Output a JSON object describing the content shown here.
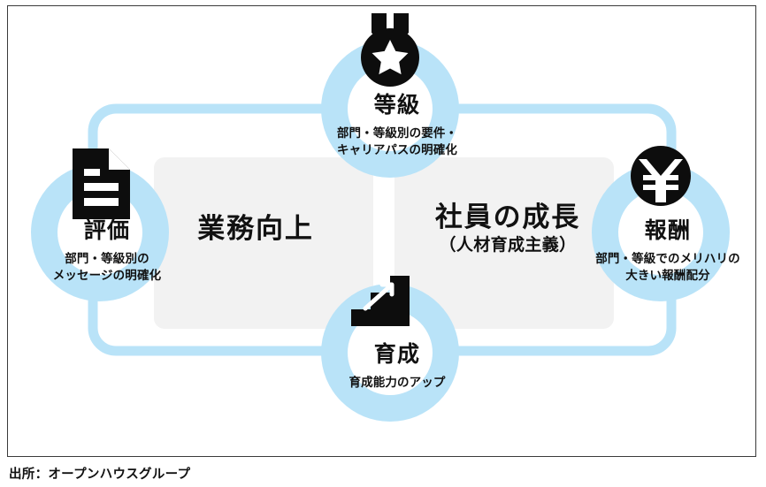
{
  "figure": {
    "center_panels": {
      "left": {
        "label": "業務向上"
      },
      "right": {
        "label": "社員の成長",
        "sub_label": "（人材育成主義）"
      }
    },
    "nodes": [
      {
        "id": "grade",
        "title": "等級",
        "desc_line1": "部門・等級別の要件・",
        "desc_line2": "キャリアパスの明確化",
        "icon": "medal-star-icon",
        "position": "top"
      },
      {
        "id": "evaluation",
        "title": "評価",
        "desc_line1": "部門・等級別の",
        "desc_line2": "メッセージの明確化",
        "icon": "document-icon",
        "position": "left"
      },
      {
        "id": "reward",
        "title": "報酬",
        "desc_line1": "部門・等級でのメリハリの",
        "desc_line2": "大きい報酬配分",
        "icon": "yen-coin-icon",
        "position": "right"
      },
      {
        "id": "development",
        "title": "育成",
        "desc_line1": "育成能力のアップ",
        "desc_line2": "",
        "icon": "growth-stairs-icon",
        "position": "bottom"
      }
    ],
    "source_caption": "出所：オープンハウスグループ",
    "colors": {
      "ring_blue": "#b9e3f8",
      "connector_blue": "#b9e3f8",
      "panel_gray": "#f2f2f2",
      "icon_black": "#0d0d0d",
      "frame_border": "#3a3a3a",
      "text_black": "#111111",
      "white": "#ffffff"
    }
  }
}
